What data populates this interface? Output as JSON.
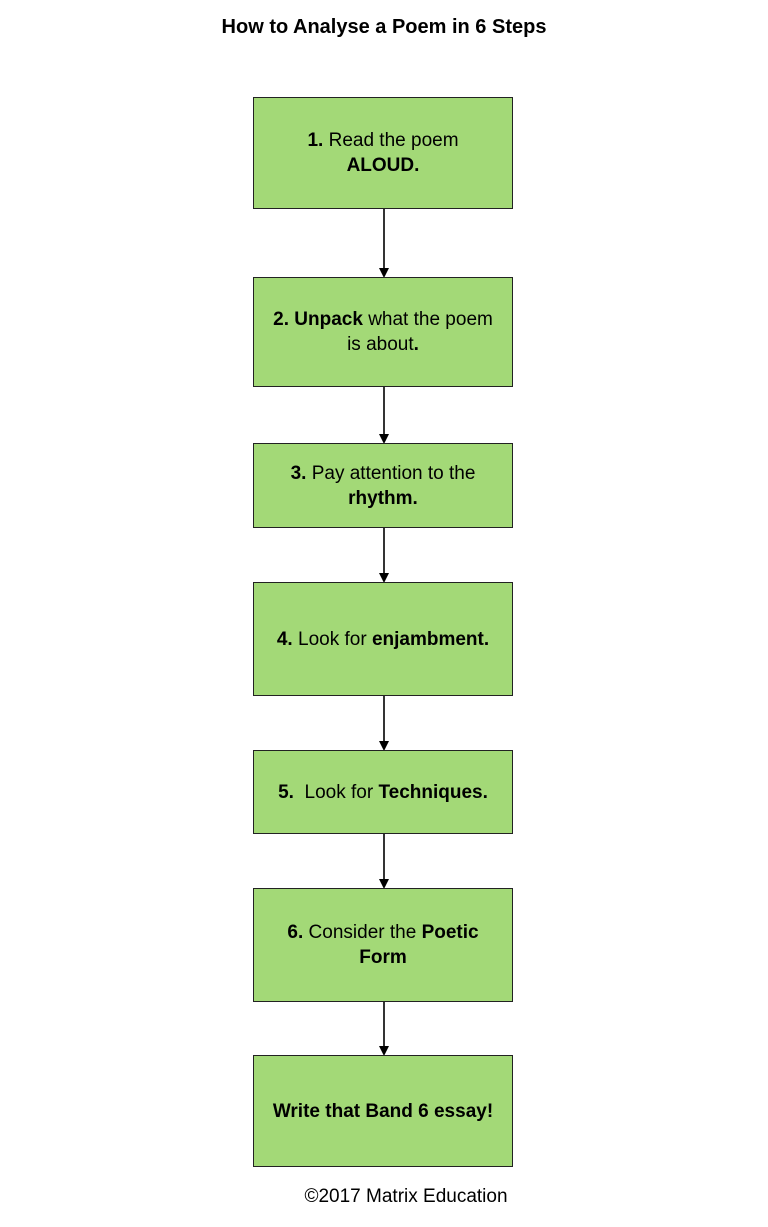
{
  "title": "How to Analyse a Poem in 6 Steps",
  "steps": [
    {
      "num": "1.",
      "parts": [
        {
          "t": "Read the poem",
          "b": false
        },
        {
          "br": true
        },
        {
          "t": "ALOUD.",
          "b": true
        }
      ]
    },
    {
      "num": "2.",
      "parts": [
        {
          "t": "Unpack",
          "b": true
        },
        {
          "t": " what the poem",
          "b": false
        },
        {
          "br": true
        },
        {
          "t": "is about",
          "b": false
        },
        {
          "t": ".",
          "b": true
        }
      ]
    },
    {
      "num": "3.",
      "parts": [
        {
          "t": "Pay attention to the",
          "b": false
        },
        {
          "br": true
        },
        {
          "t": "rhythm.",
          "b": true
        }
      ]
    },
    {
      "num": "4.",
      "parts": [
        {
          "t": "Look for ",
          "b": false
        },
        {
          "t": "enjambment.",
          "b": true
        }
      ]
    },
    {
      "num": "5.",
      "parts": [
        {
          "t": " Look for ",
          "b": false
        },
        {
          "t": "Techniques.",
          "b": true
        }
      ]
    },
    {
      "num": "6.",
      "parts": [
        {
          "t": "Consider the ",
          "b": false
        },
        {
          "t": "Poetic",
          "b": true
        },
        {
          "br": true
        },
        {
          "t": "Form",
          "b": true
        }
      ]
    },
    {
      "num": "",
      "parts": [
        {
          "t": "Write that Band 6 essay!",
          "b": true
        }
      ]
    }
  ],
  "footer": "©2017 Matrix Education",
  "colors": {
    "box_fill": "#a3d977",
    "box_border": "#222222",
    "arrow": "#000000"
  }
}
